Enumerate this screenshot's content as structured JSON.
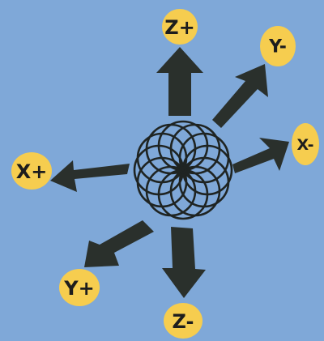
{
  "colors": {
    "background": "#7fa8d8",
    "label_fill": "#f6cd4f",
    "arrow": "#2a302c",
    "hub_stroke": "#1f2422"
  },
  "labels": {
    "z_plus": "Z+",
    "y_minus": "Y-",
    "x_minus": "X-",
    "x_plus": "X+",
    "y_plus": "Y+",
    "z_minus": "Z-"
  },
  "hub": {
    "petal_count": 12,
    "icon": "rosette-icon"
  }
}
